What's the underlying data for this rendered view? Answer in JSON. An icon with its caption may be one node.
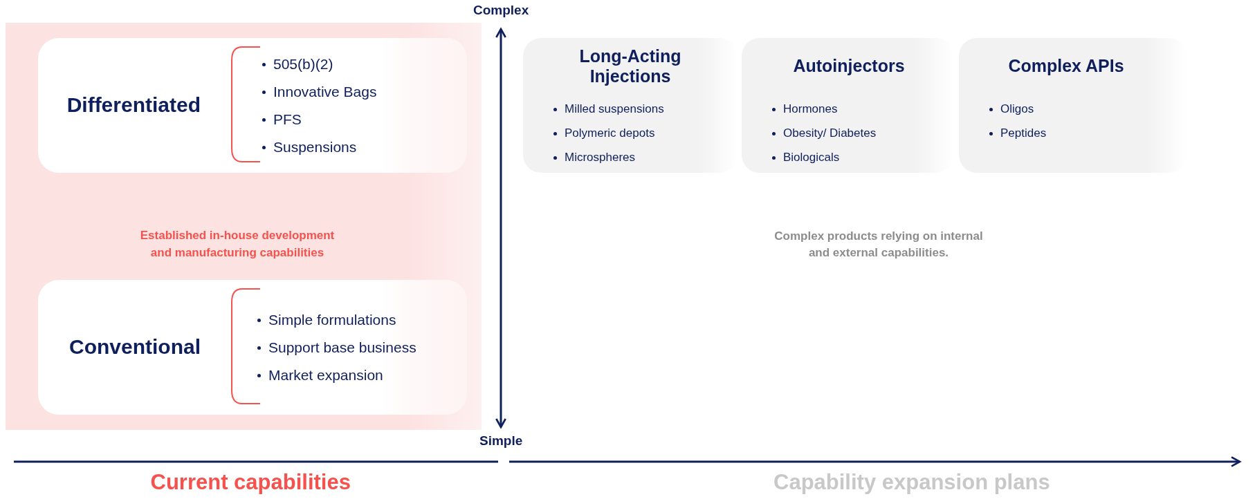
{
  "diagram": {
    "nodes": [
      {
        "text": [
          "Established in-house development and manufacturing capabilities"
        ]
      },
      {
        "text": [
          "Differentiated",
          "505(b)(2)",
          "Innovative Bags",
          "PFS",
          "Suspensions"
        ],
        "in": 0
      },
      {
        "text": [
          "Conventional",
          "Simple formulations",
          "Support base business",
          "Market expansion"
        ],
        "in": 0
      },
      {
        "text": [
          "Long-Acting Injections",
          "Milled suspensions",
          "Polymeric depots",
          "Microspheres"
        ]
      },
      {
        "text": [
          "Autoinjectors",
          "Hormones",
          "Obesity/ Diabetes",
          "Biologicals"
        ]
      },
      {
        "text": [
          "Complex APIs",
          "Oligos",
          "Peptides"
        ]
      }
    ],
    "labels": [
      "Complex",
      "Complex products relying on internal and external capabilities.",
      "Simple",
      "Current capabilities",
      "Capability expansion plans"
    ]
  }
}
